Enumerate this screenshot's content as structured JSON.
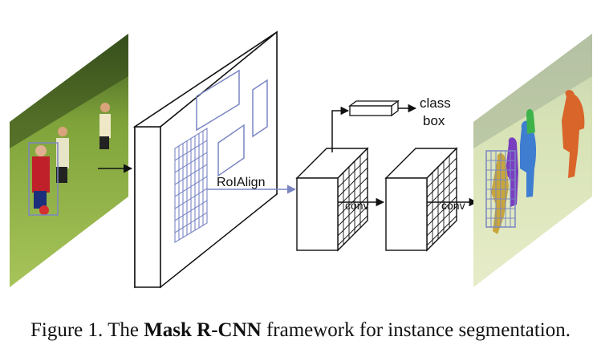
{
  "diagram": {
    "labels": {
      "roialign": "RoIAlign",
      "class": "class",
      "box": "box",
      "conv1": "conv",
      "conv2": "conv"
    }
  },
  "caption": {
    "prefix": "Figure 1. The ",
    "bold": "Mask R-CNN",
    "suffix": " framework for instance segmentation."
  },
  "colors": {
    "grid_blue": "#7a86c4",
    "line": "#111111",
    "grass": "#8fae3c"
  }
}
